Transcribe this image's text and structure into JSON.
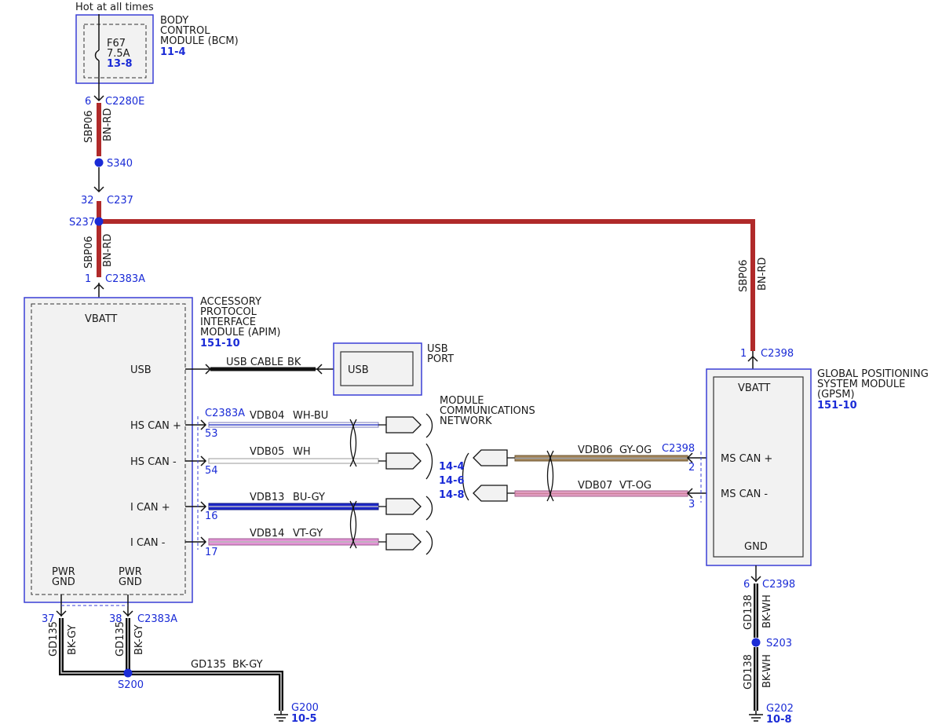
{
  "bcm": {
    "hot_label": "Hot at all times",
    "title1": "BODY",
    "title2": "CONTROL",
    "title3": "MODULE (BCM)",
    "page_ref": "11-4",
    "fuse_name": "F67",
    "fuse_rating": "7.5A",
    "fuse_ref": "13-8"
  },
  "top": {
    "pin_c2280e": "6",
    "conn_c2280e": "C2280E",
    "circuit1": "SBP06",
    "color1": "BN-RD",
    "splice_s340": "S340",
    "pin_c237": "32",
    "conn_c237": "C237",
    "splice_s237": "S237",
    "circuit2": "SBP06",
    "color2": "BN-RD",
    "pin_c2383a_top": "1",
    "conn_c2383a_top": "C2383A"
  },
  "apim": {
    "title1": "ACCESSORY",
    "title2": "PROTOCOL",
    "title3": "INTERFACE",
    "title4": "MODULE (APIM)",
    "page_ref": "151-10",
    "vbatt": "VBATT",
    "usb": "USB",
    "hs_can_plus": "HS CAN +",
    "hs_can_minus": "HS CAN -",
    "i_can_plus": "I CAN +",
    "i_can_minus": "I CAN -",
    "pwr_gnd1_a": "PWR",
    "pwr_gnd1_b": "GND",
    "pwr_gnd2_a": "PWR",
    "pwr_gnd2_b": "GND",
    "conn_side": "C2383A",
    "pin53": "53",
    "pin54": "54",
    "pin16": "16",
    "pin17": "17"
  },
  "usb": {
    "cable_name": "USB CABLE",
    "cable_color": "BK",
    "port_inner": "USB",
    "port_title1": "USB",
    "port_title2": "PORT"
  },
  "can": {
    "w1_name": "VDB04",
    "w1_color": "WH-BU",
    "w2_name": "VDB05",
    "w2_color": "WH",
    "w3_name": "VDB13",
    "w3_color": "BU-GY",
    "w4_name": "VDB14",
    "w4_color": "VT-GY",
    "w5_name": "VDB06",
    "w5_color": "GY-OG",
    "w6_name": "VDB07",
    "w6_color": "VT-OG",
    "net_title1": "MODULE",
    "net_title2": "COMMUNICATIONS",
    "net_title3": "NETWORK",
    "ref1": "14-4",
    "ref2": "14-6",
    "ref3": "14-8"
  },
  "gpsm": {
    "title1": "GLOBAL POSITIONING",
    "title2": "SYSTEM MODULE",
    "title3": "(GPSM)",
    "page_ref": "151-10",
    "vbatt": "VBATT",
    "ms_can_plus": "MS CAN +",
    "ms_can_minus": "MS CAN -",
    "gnd": "GND",
    "pin1": "1",
    "conn_top": "C2398",
    "conn_can": "C2398",
    "pin2": "2",
    "pin3": "3",
    "circuit": "SBP06",
    "color": "BN-RD"
  },
  "ground_left": {
    "pin37": "37",
    "pin38": "38",
    "conn": "C2383A",
    "circuit_a": "GD135",
    "color_a": "BK-GY",
    "circuit_b": "GD135",
    "color_b": "BK-GY",
    "splice": "S200",
    "h_circuit": "GD135",
    "h_color": "BK-GY",
    "ground": "G200",
    "ground_ref": "10-5"
  },
  "ground_right": {
    "pin6": "6",
    "conn": "C2398",
    "circuit_a": "GD138",
    "color_a": "BK-WH",
    "splice": "S203",
    "circuit_b": "GD138",
    "color_b": "BK-WH",
    "ground": "G202",
    "ground_ref": "10-8"
  },
  "colors": {
    "power_wire": "#b02a2a",
    "ground_wire": "#111111",
    "module_border": "#3a3fd6",
    "label_blue": "#1a2bd6"
  }
}
